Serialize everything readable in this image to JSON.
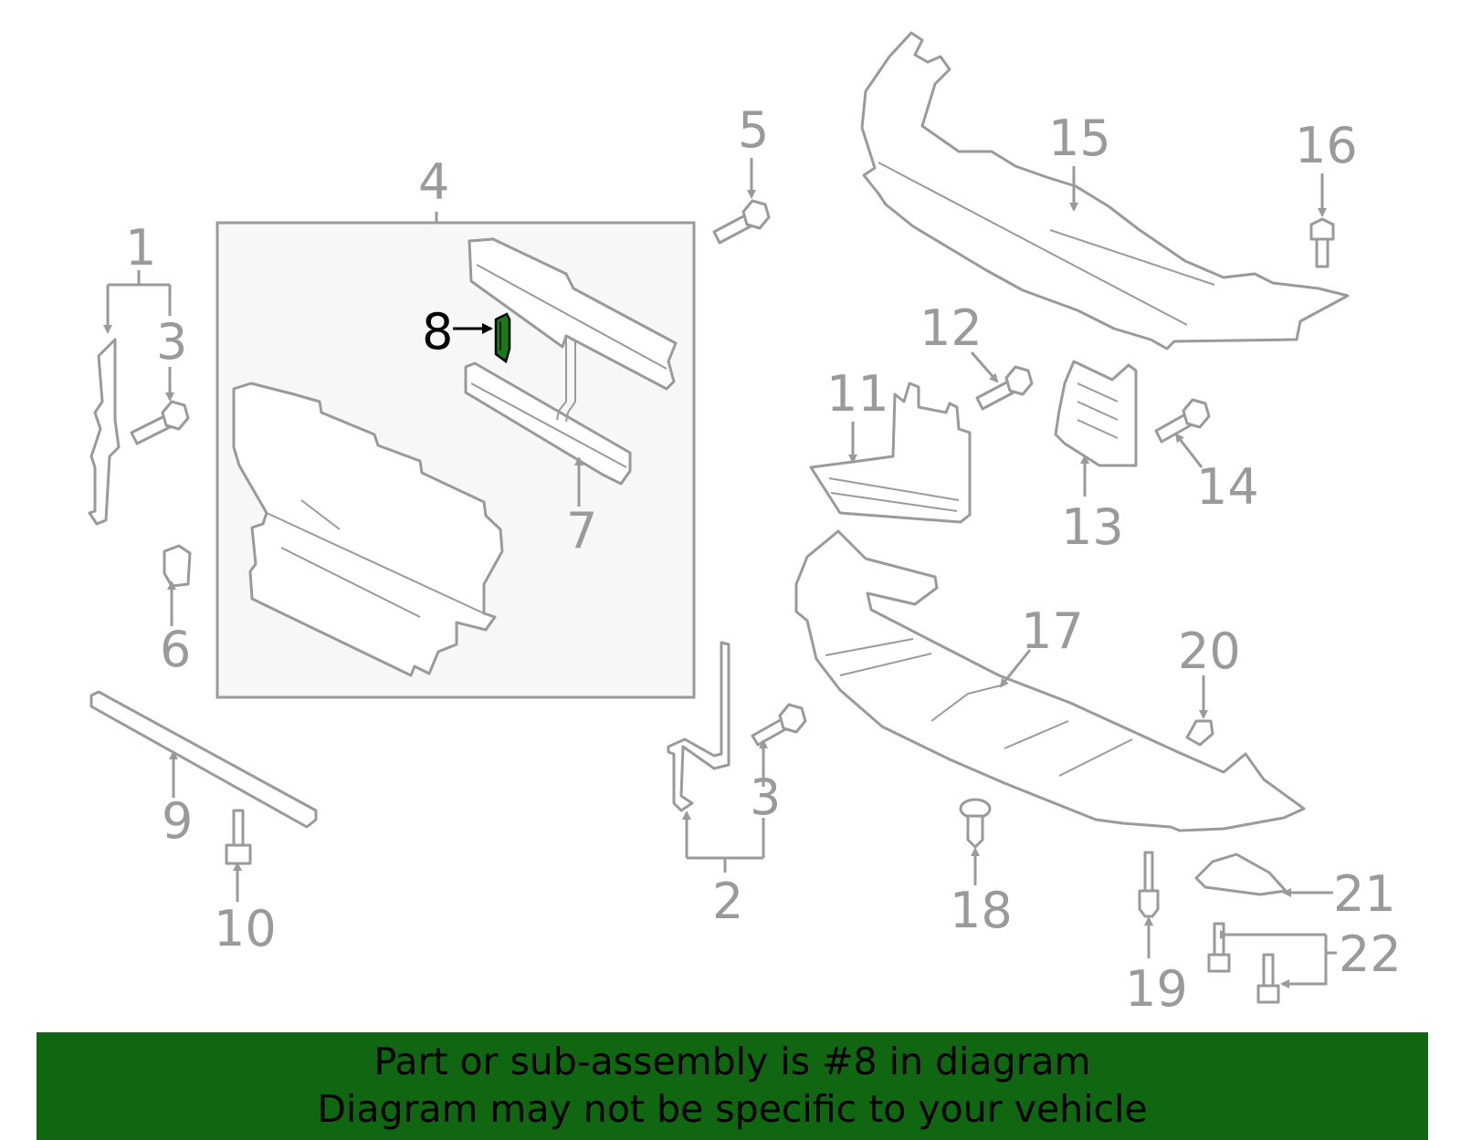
{
  "callouts": {
    "c1": "1",
    "c2": "2",
    "c3a": "3",
    "c3b": "3",
    "c4": "4",
    "c5": "5",
    "c6": "6",
    "c7": "7",
    "c8": "8",
    "c9": "9",
    "c10": "10",
    "c11": "11",
    "c12": "12",
    "c13": "13",
    "c14": "14",
    "c15": "15",
    "c16": "16",
    "c17": "17",
    "c18": "18",
    "c19": "19",
    "c20": "20",
    "c21": "21",
    "c22": "22"
  },
  "highlight": {
    "part_number": "8",
    "color": "#1a7a1a"
  },
  "caption": {
    "line1": "Part or sub-assembly is #8 in diagram",
    "line2": "Diagram may not be specific to your vehicle",
    "background": "#116611"
  },
  "colors": {
    "line": "#9a9a9a",
    "box_fill": "#f7f7f7"
  }
}
